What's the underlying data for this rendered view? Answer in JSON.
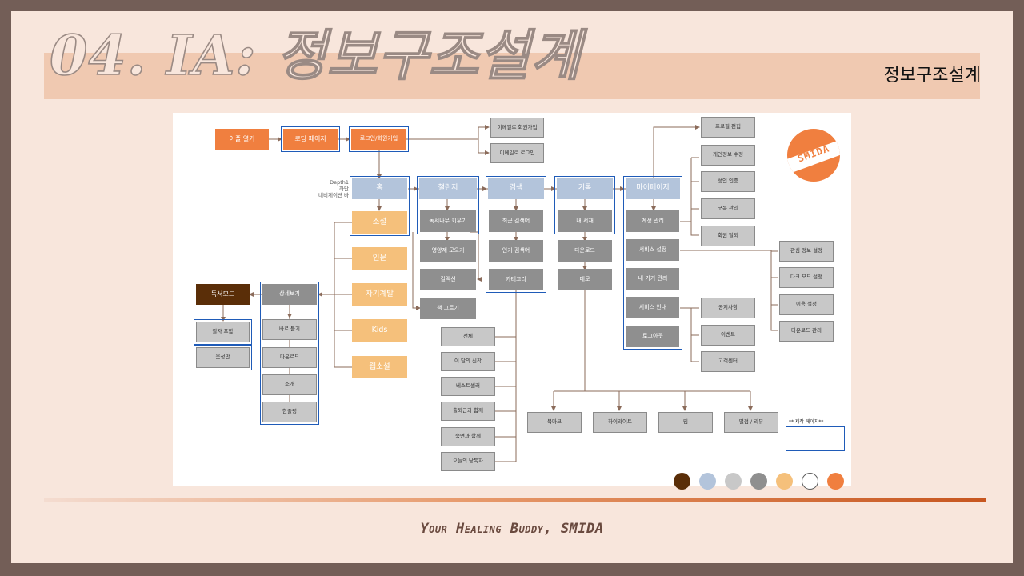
{
  "slide": {
    "title": "04. IA: 정보구조설계",
    "subtitle": "정보구조설계",
    "tagline": "Your Healing Buddy, SMIDA"
  },
  "logo": {
    "text": "SMIDA"
  },
  "diagram": {
    "side_label": "Depth1\n하단\n네비게이션 바",
    "credits_label": "** 제작 페이지**",
    "nodes": {
      "app_open": "어플 열기",
      "loading": "로딩 페이지",
      "login_signup": "로그인/회원가입",
      "email_signup": "이메일로 회원가입",
      "email_login": "이메일로 로그인",
      "home": "홈",
      "challenge": "챌린지",
      "search": "검색",
      "record": "기록",
      "mypage": "마이페이지",
      "novel": "소설",
      "humanities": "인문",
      "self_dev": "자기계발",
      "kids": "Kids",
      "web_novel": "웹소설",
      "reading_mode": "독서모드",
      "font_size": "활자 포함",
      "audio_only": "음성만",
      "detail": "상세보기",
      "listen_now": "바로 듣기",
      "download_d": "다운로드",
      "intro": "소개",
      "one_line_review": "한줄평",
      "reading_tree": "독서나무 키우기",
      "nutrients": "영양제 모으기",
      "collection": "컬렉션",
      "pick_book": "책 고르기",
      "recent_search": "최근 검색어",
      "popular_search": "인기 검색어",
      "category": "카테고리",
      "all": "전체",
      "new_this_month": "이 달의 신작",
      "bestseller": "베스트셀러",
      "commute": "출퇴근과 함께",
      "before_sleep": "숙면과 함께",
      "todays_reader": "오늘의 낭독자",
      "my_library": "내 서재",
      "download_r": "다운로드",
      "memo": "메모",
      "bookmark": "북마크",
      "highlight": "하이라이트",
      "memo2": "밈",
      "rating_review": "별점 / 리뷰",
      "profile_edit": "프로필 편집",
      "personal_edit": "개인정보 수정",
      "adult_verify": "성인 인증",
      "subscription": "구독 관리",
      "withdraw": "회원 탈퇴",
      "account": "계정 관리",
      "service_settings": "서비스 설정",
      "my_devices": "내 기기 관리",
      "service_guide": "서비스 안내",
      "logout": "로그아웃",
      "interest_settings": "관심 정보 설정",
      "dark_mode": "다크 모드 설정",
      "usage_settings": "이용 설정",
      "download_manage": "다운로드 관리",
      "notice": "공지사항",
      "event": "이벤트",
      "customer_center": "고객센터"
    }
  },
  "colors": {
    "frame": "#735e57",
    "slide_bg": "#f8e6dc",
    "header_band": "#f0c9b1",
    "accent_orange": "#f07f3f",
    "group_border": "#1f5bb8",
    "connector": "#8b6b5a",
    "swatches": [
      "#5a2e08",
      "#b3c4db",
      "#c8c8c8",
      "#8f8f8f",
      "#f5c07b",
      "#ffffff",
      "#f07f3f"
    ]
  }
}
